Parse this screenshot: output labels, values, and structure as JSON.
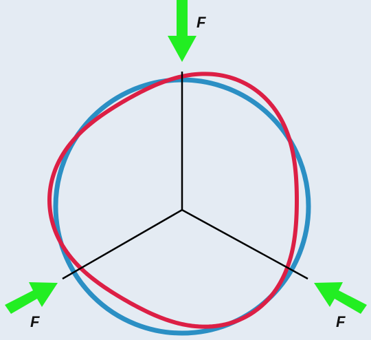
{
  "labels": {
    "force_top": "F",
    "force_left": "F",
    "force_right": "F"
  },
  "colors": {
    "background": "#e4ebf3",
    "original_circle": "#2b8fc4",
    "deformed_shape": "#dc1f45",
    "force_arrows": "#22ee22",
    "spokes": "#000000"
  }
}
